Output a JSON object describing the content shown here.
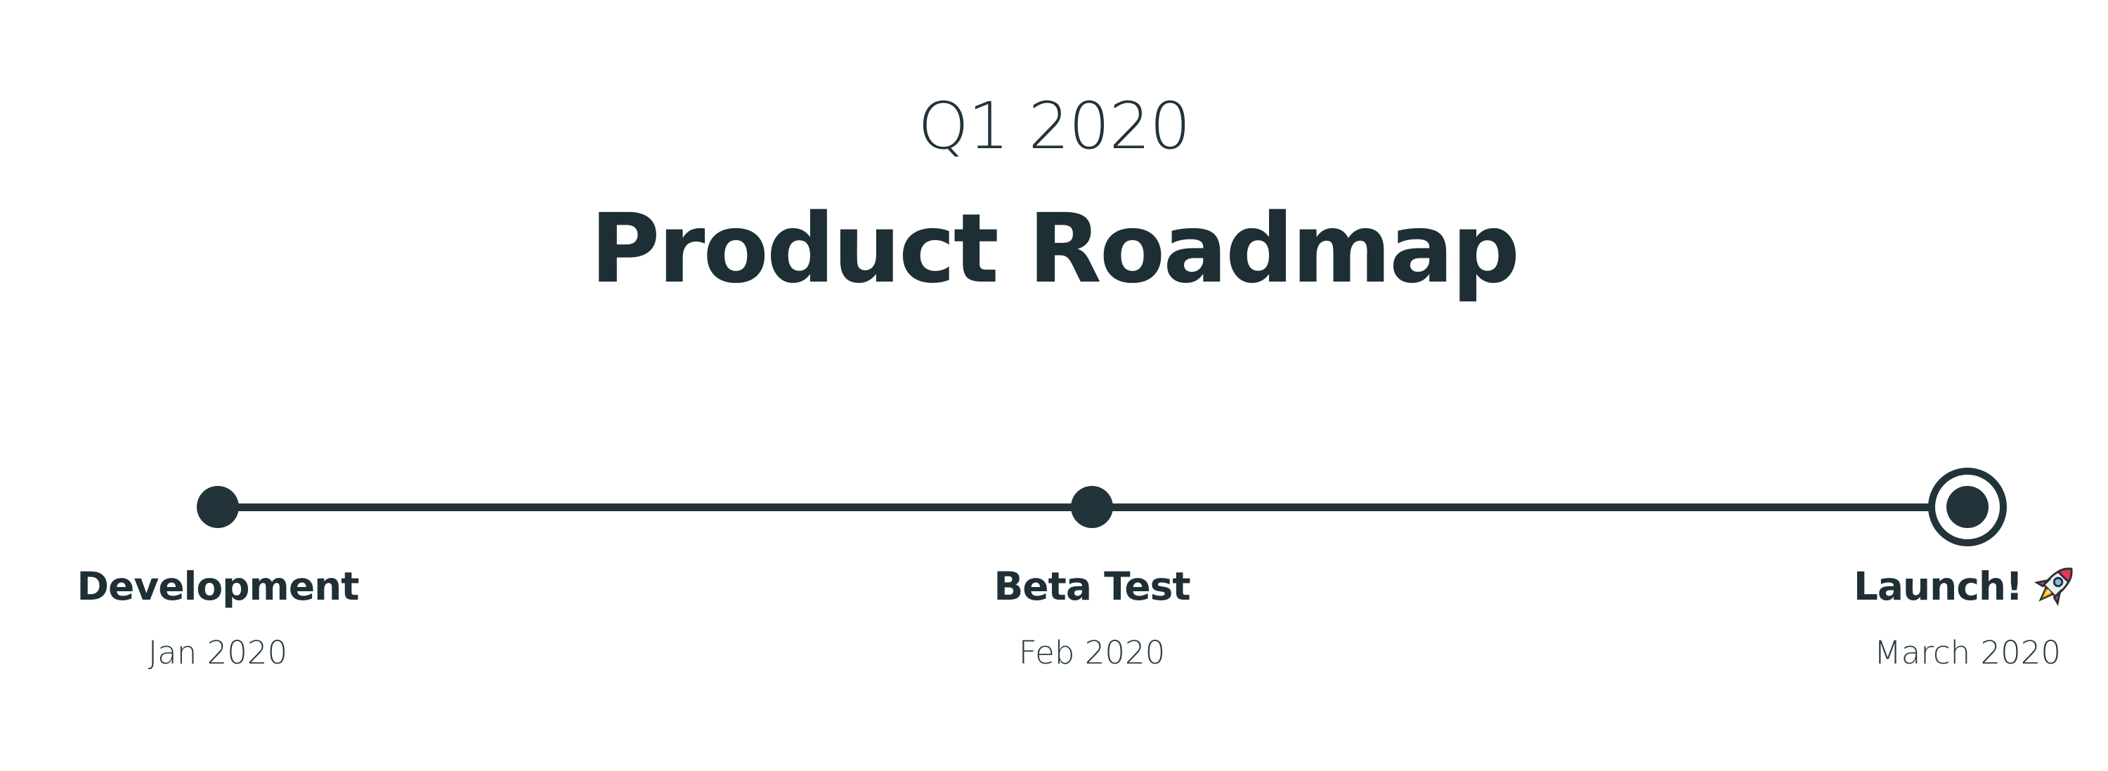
{
  "header": {
    "subtitle": "Q1 2020",
    "title": "Product Roadmap"
  },
  "timeline": {
    "milestones": [
      {
        "label": "Development",
        "date": "Jan 2020"
      },
      {
        "label": "Beta Test",
        "date": "Feb 2020"
      },
      {
        "label": "Launch!",
        "date": "March 2020",
        "icon": "rocket-icon"
      }
    ]
  },
  "colors": {
    "primary": "#23333a",
    "background": "#ffffff"
  }
}
